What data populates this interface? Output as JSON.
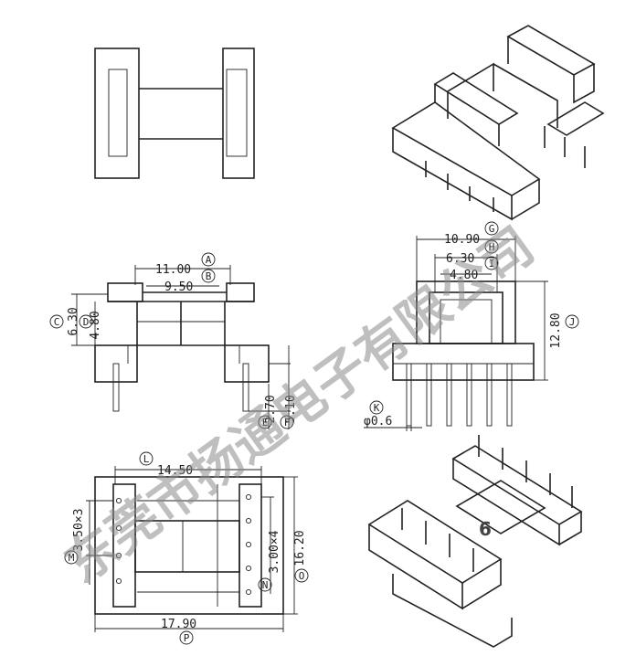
{
  "watermark": "东莞市扬通电子有限公司",
  "dimensions": {
    "A": "11.00",
    "B": "9.50",
    "C": "6.30",
    "D": "4.80",
    "E": "2.70",
    "F": "5.10",
    "G": "10.90",
    "H": "6.30",
    "I": "4.80",
    "J": "12.80",
    "K": "φ0.6",
    "L": "14.50",
    "M": "3.50×3",
    "N": "3.00×4",
    "O": "16.20",
    "P": "17.90"
  },
  "markers": {
    "A": "A",
    "B": "B",
    "C": "C",
    "D": "D",
    "E": "E",
    "F": "F",
    "G": "G",
    "H": "H",
    "I": "I",
    "J": "J",
    "K": "K",
    "L": "L",
    "M": "M",
    "N": "N",
    "O": "O",
    "P": "P"
  },
  "model_label": "6"
}
